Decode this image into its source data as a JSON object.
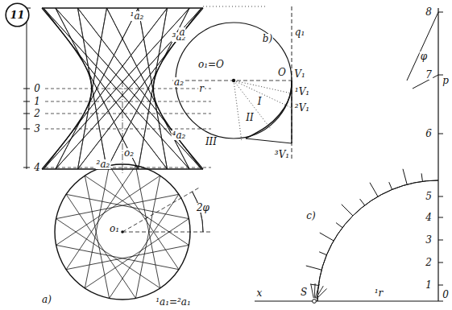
{
  "diagram": {
    "nodes": [
      {
        "text": [
          "11"
        ]
      }
    ],
    "labels": [
      "¹a₂",
      "³a₂",
      "0",
      "1",
      "2",
      "3",
      "4",
      "a₂",
      "⁴a₂",
      "o₂",
      "²a₂",
      "a)",
      "o₁",
      "2φ",
      "¹a₁=²a₁",
      "b)",
      "q₁",
      "a",
      "o₁=O",
      "O",
      "V₁",
      "r",
      "¹V₁",
      "I",
      "²V₁",
      "II",
      "III",
      "³V₁",
      "8",
      "p",
      "7",
      "φ",
      "6",
      "5",
      "4",
      "3",
      "2",
      "1",
      "0",
      "x",
      "S",
      "¹r",
      "c)"
    ]
  }
}
